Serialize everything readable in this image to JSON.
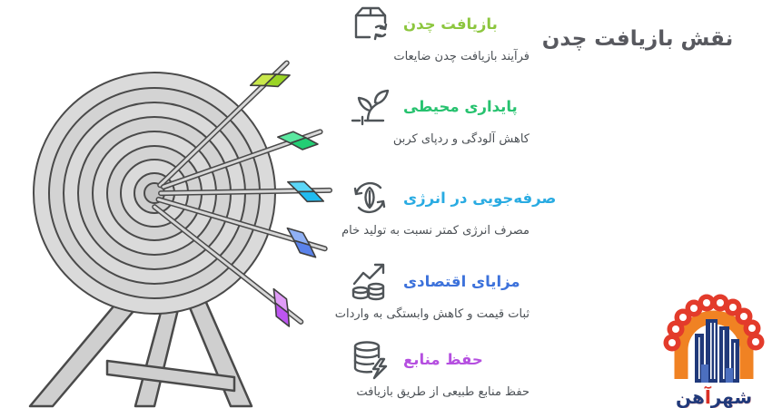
{
  "page": {
    "title": "نقش بازیافت چدن"
  },
  "benefits": {
    "items": [
      {
        "title": "بازیافت چدن",
        "subtitle": "فرآیند بازیافت چدن ضایعات",
        "color": "#8cc63e",
        "icon": "package-recycle-icon"
      },
      {
        "title": "پایداری محیطی",
        "subtitle": "کاهش آلودگی و ردپای کربن",
        "color": "#27c26f",
        "icon": "sprout-icon"
      },
      {
        "title": "صرفه‌جویی در انرژی",
        "subtitle": "مصرف انرژی کمتر نسبت به تولید خام",
        "color": "#29abe2",
        "icon": "leaf-refresh-icon"
      },
      {
        "title": "مزایای اقتصادی",
        "subtitle": "ثبات قیمت و کاهش وابستگی به واردات",
        "color": "#3d72db",
        "icon": "coins-growth-icon"
      },
      {
        "title": "حفظ منابع",
        "subtitle": "حفظ منابع طبیعی از طریق بازیافت",
        "color": "#b54fe0",
        "icon": "database-energy-icon"
      }
    ]
  },
  "illustration": {
    "name": "archery-target-with-five-arrows",
    "target_fill": "#d7d7d7",
    "outline": "#4a4a4a",
    "arrow_colors": [
      "#a8d932",
      "#35d287",
      "#3bc8f2",
      "#6a93ee",
      "#c56ff2"
    ]
  },
  "logo": {
    "text_start": "شهر",
    "text_accent": "آ",
    "text_end": "هن",
    "colors": {
      "arch": "#f08223",
      "petals": "#e33b2b",
      "buildings": "#20397a",
      "text": "#20397a",
      "text_accent": "#d93025"
    }
  }
}
